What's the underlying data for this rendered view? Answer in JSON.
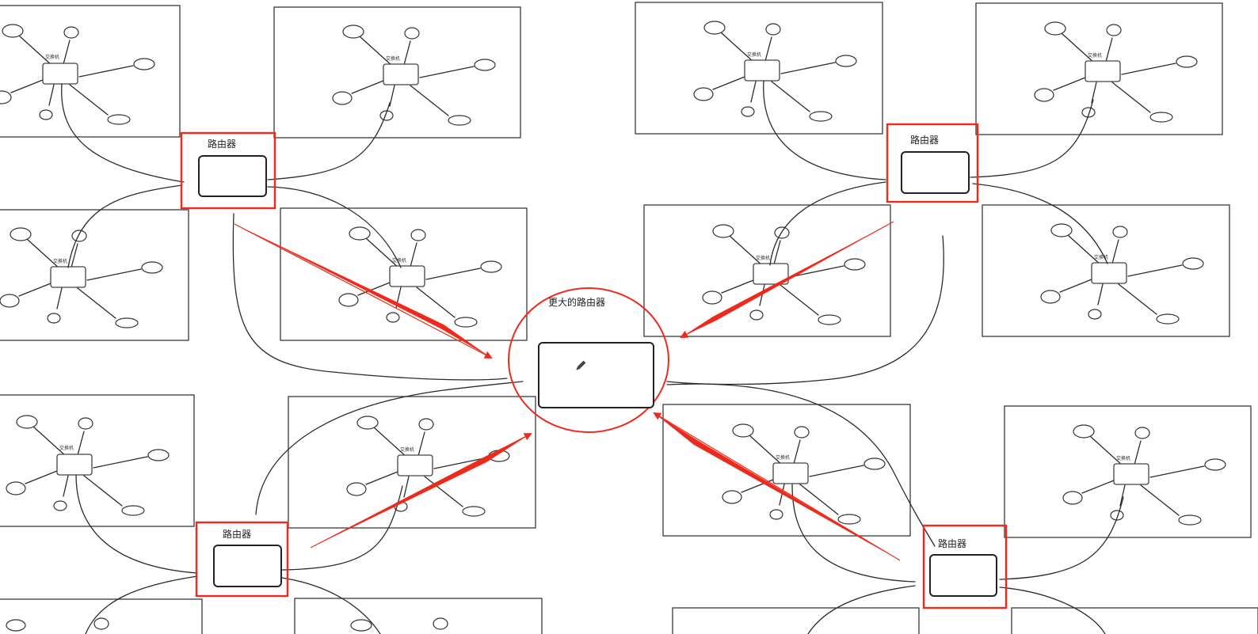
{
  "diagram": {
    "switch_label": "交换机",
    "router_label": "路由器",
    "big_router_label": "更大的路由器",
    "cursor_icon": "pencil-icon",
    "highlight_color": "#ee2a1c",
    "line_color": "#2b2b2b"
  }
}
